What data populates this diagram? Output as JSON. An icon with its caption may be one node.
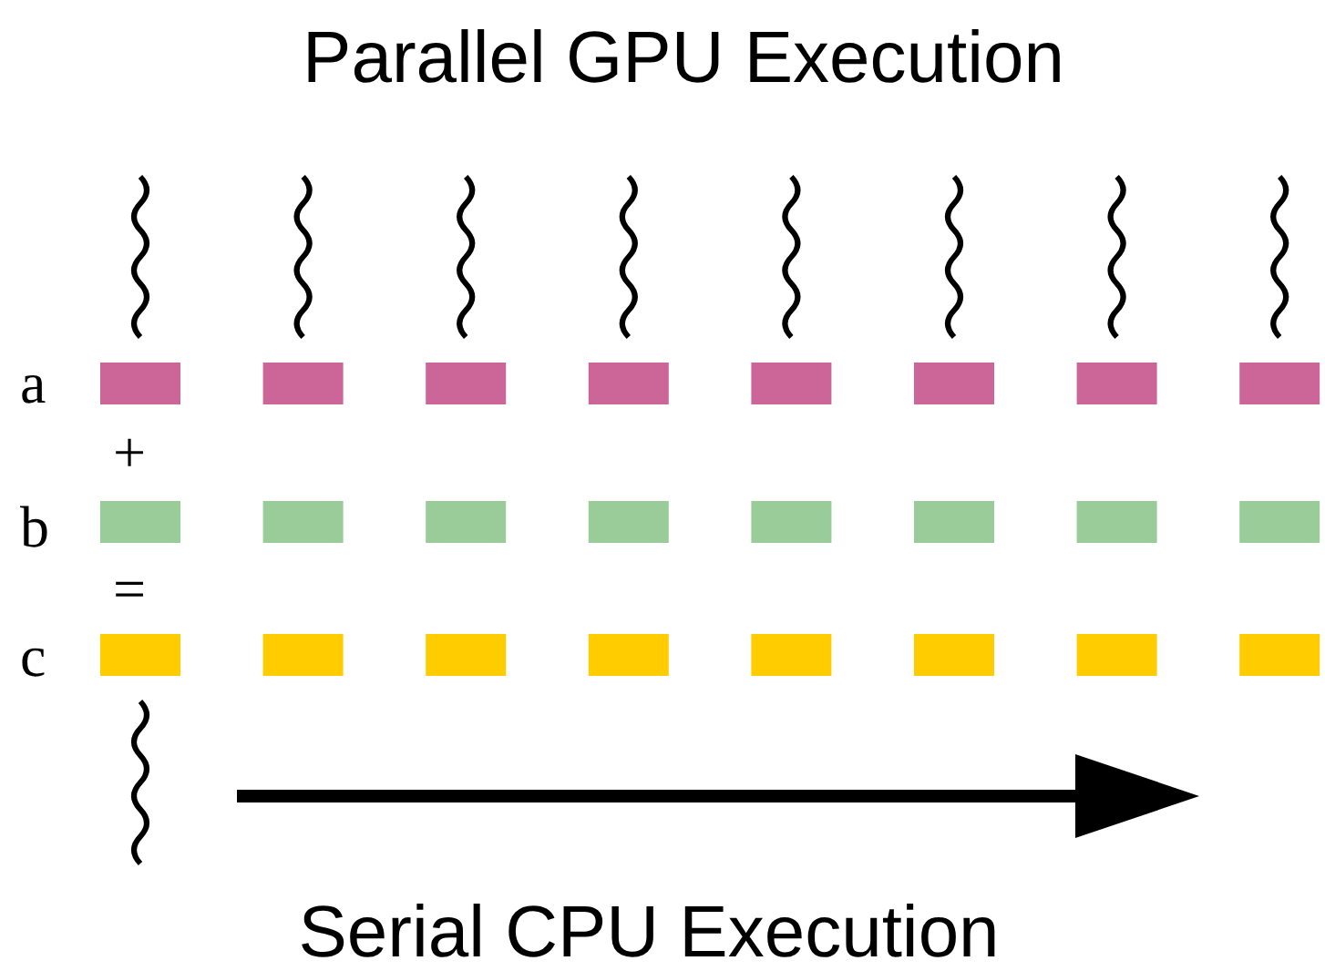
{
  "diagram": {
    "title": "Parallel GPU Execution",
    "caption": "Serial CPU Execution",
    "labels": [
      "a",
      "+",
      "b",
      "=",
      "c"
    ]
  }
}
